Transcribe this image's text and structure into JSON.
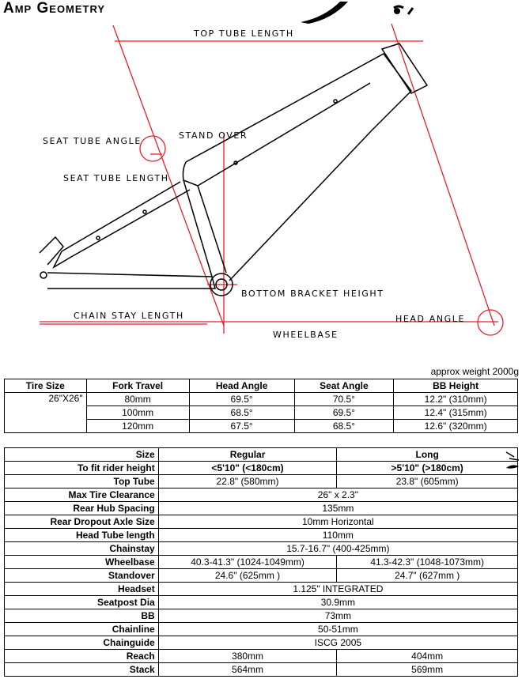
{
  "title": "Amp Geometry",
  "diagram": {
    "labels": {
      "top_tube_length": "TOP TUBE LENGTH",
      "seat_tube_angle": "SEAT TUBE ANGLE",
      "stand_over": "STAND OVER",
      "seat_tube_length": "SEAT TUBE LENGTH",
      "bottom_bracket_height": "BOTTOM BRACKET HEIGHT",
      "chain_stay_length": "CHAIN STAY LENGTH",
      "head_angle": "HEAD ANGLE",
      "wheelbase": "WHEELBASE"
    },
    "colors": {
      "measure_line": "#e8202a",
      "frame": "#000000"
    }
  },
  "weight_note": "approx weight 2000g",
  "table1": {
    "headers": [
      "Tire Size",
      "Fork Travel",
      "Head Angle",
      "Seat Angle",
      "BB Height"
    ],
    "tire_size": "26\"X26\"",
    "rows": [
      [
        "80mm",
        "69.5°",
        "70.5°",
        "12.2\" (310mm)"
      ],
      [
        "100mm",
        "68.5°",
        "69.5°",
        "12.4\" (315mm)"
      ],
      [
        "120mm",
        "67.5°",
        "68.5°",
        "12.6\" (320mm)"
      ]
    ]
  },
  "table2": {
    "size_label": "Size",
    "sizes": [
      "Regular",
      "Long"
    ],
    "fit_label": "To fit rider height",
    "fit": [
      "<5'10\"   (<180cm)",
      ">5'10\"   (>180cm)"
    ],
    "rows": [
      {
        "label": "Top Tube",
        "values": [
          "22.8\"  (580mm)",
          "23.8\"  (605mm)"
        ]
      },
      {
        "label": "Max Tire Clearance",
        "value": "26\" x 2.3\""
      },
      {
        "label": "Rear Hub Spacing",
        "value": "135mm"
      },
      {
        "label": "Rear Dropout Axle Size",
        "value": "10mm Horizontal"
      },
      {
        "label": "Head Tube length",
        "value": "110mm"
      },
      {
        "label": "Chainstay",
        "value": "15.7-16.7\" (400-425mm)"
      },
      {
        "label": "Wheelbase",
        "values": [
          "40.3-41.3\" (1024-1049mm)",
          "41.3-42.3\" (1048-1073mm)"
        ]
      },
      {
        "label": "Standover",
        "values": [
          "24.6\"  (625mm )",
          "24.7\"  (627mm )"
        ]
      },
      {
        "label": "Headset",
        "value": "1.125\"    INTEGRATED"
      },
      {
        "label": "Seatpost Dia",
        "value": "30.9mm"
      },
      {
        "label": "BB",
        "value": "73mm"
      },
      {
        "label": "Chainline",
        "value": "50-51mm"
      },
      {
        "label": "Chainguide",
        "value": "ISCG 2005"
      },
      {
        "label": "Reach",
        "values": [
          "380mm",
          "404mm"
        ]
      },
      {
        "label": "Stack",
        "values": [
          "564mm",
          "569mm"
        ]
      }
    ]
  }
}
